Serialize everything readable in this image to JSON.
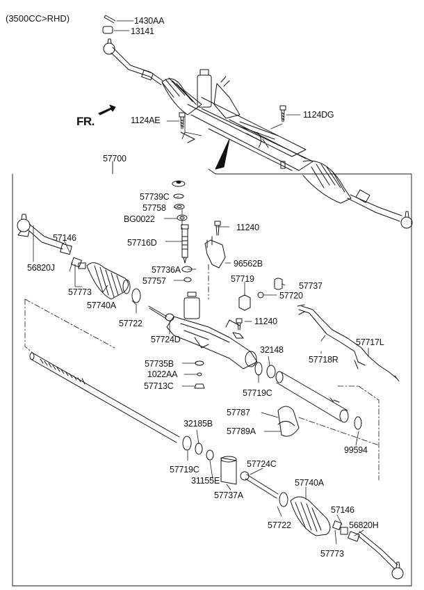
{
  "header": {
    "variant": "(3500CC>RHD)",
    "direction": "FR."
  },
  "labels": {
    "l1430AA": "1430AA",
    "l13141": "13141",
    "l1124AE": "1124AE",
    "l1124DG": "1124DG",
    "l57700": "57700",
    "l57739C": "57739C",
    "l57758": "57758",
    "lBG0022": "BG0022",
    "l11240a": "11240",
    "l57716D": "57716D",
    "l96562B": "96562B",
    "l57146a": "57146",
    "l56820J": "56820J",
    "l57773a": "57773",
    "l57740Aa": "57740A",
    "l57736A": "57736A",
    "l57757": "57757",
    "l57719": "57719",
    "l57737": "57737",
    "l57720": "57720",
    "l57722a": "57722",
    "l11240b": "11240",
    "l57724D": "57724D",
    "l32148": "32148",
    "l57717L": "57717L",
    "l57718R": "57718R",
    "l57735B": "57735B",
    "l1022AA": "1022AA",
    "l57713C": "57713C",
    "l57719Ca": "57719C",
    "l57787": "57787",
    "l57789A": "57789A",
    "l32185B": "32185B",
    "l99594": "99594",
    "l57719Cb": "57719C",
    "l57724C": "57724C",
    "l31155E": "31155E",
    "l57740Ab": "57740A",
    "l57737A": "57737A",
    "l57146b": "57146",
    "l56820H": "56820H",
    "l57722b": "57722",
    "l57773b": "57773"
  }
}
